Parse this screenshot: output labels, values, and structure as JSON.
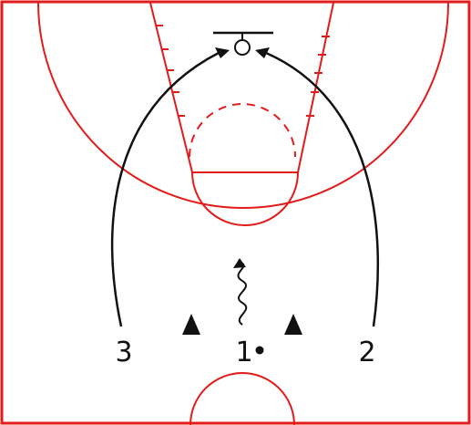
{
  "colors": {
    "court_lines": "#e21b1b",
    "paths": "#111111",
    "background": "#ffffff"
  },
  "players": [
    {
      "id": "player-3",
      "label": "3"
    },
    {
      "id": "player-1",
      "label": "1"
    },
    {
      "id": "player-2",
      "label": "2"
    }
  ],
  "icons": {
    "cone": "cone-icon",
    "ball": "ball-icon",
    "dribble": "dribble-path-icon"
  }
}
